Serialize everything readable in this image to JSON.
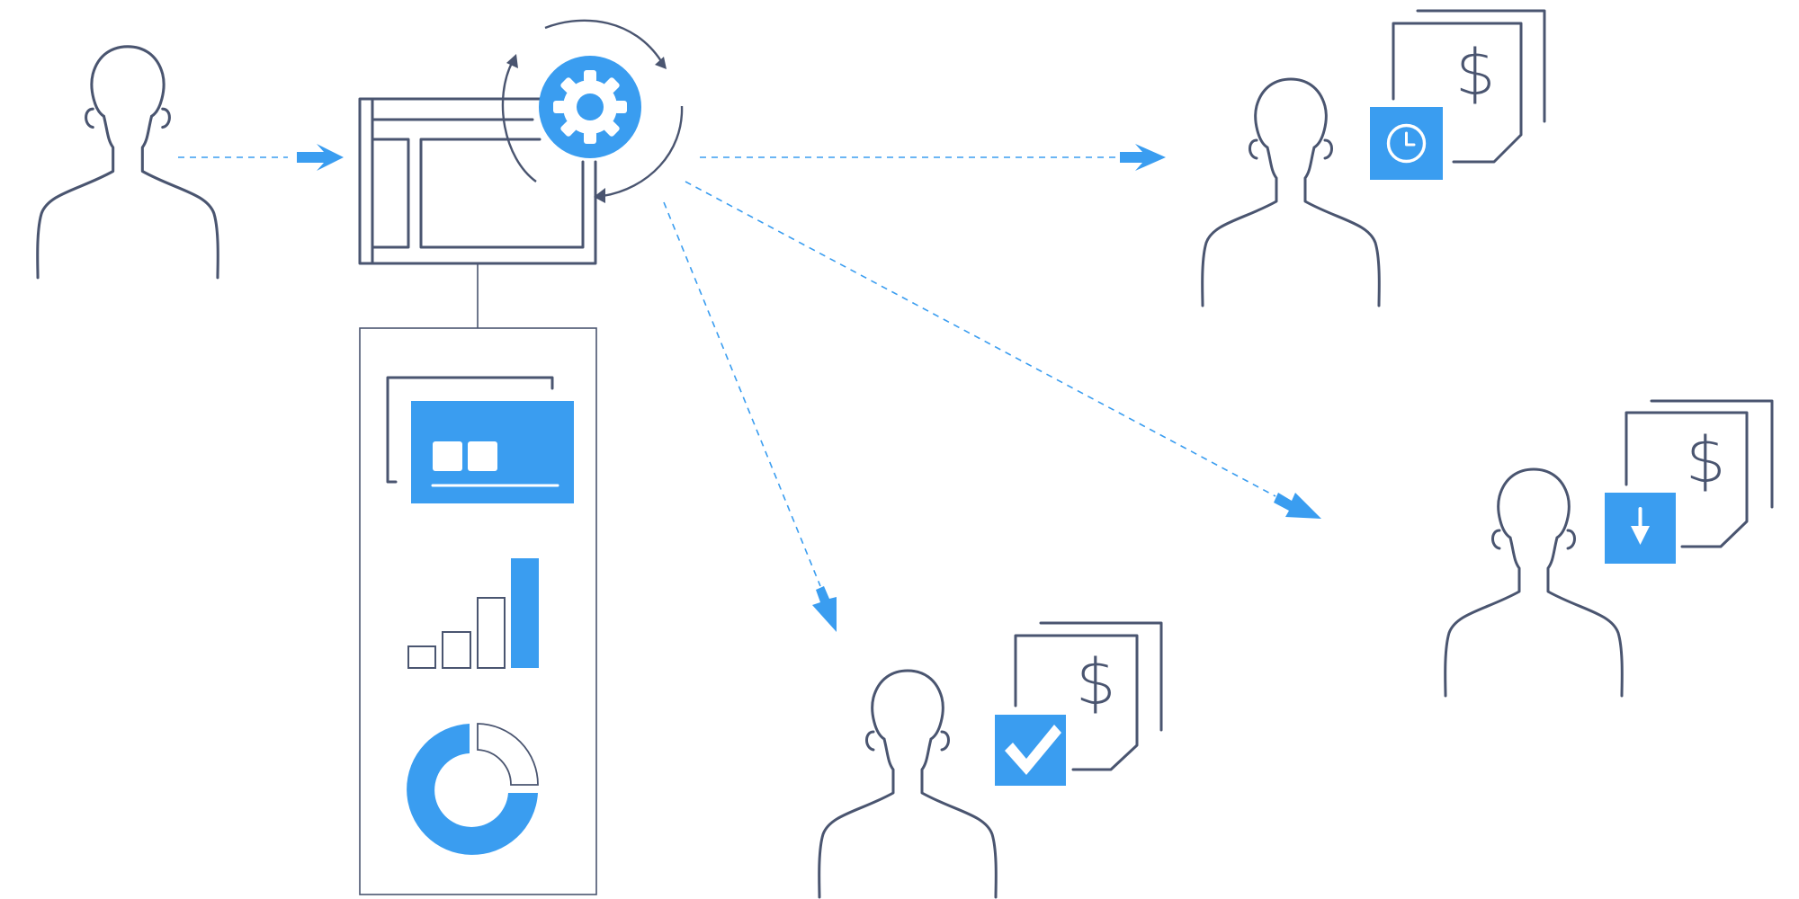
{
  "diagram": {
    "currency_symbol": "$",
    "colors": {
      "accent": "#3a9df0",
      "stroke": "#4a5570",
      "background": "#ffffff"
    },
    "nodes": [
      {
        "id": "source-user",
        "icon": "person-icon"
      },
      {
        "id": "processing-system",
        "icon": "gear-icon"
      },
      {
        "id": "analytics-panel",
        "icons": [
          "card-icon",
          "bar-chart-icon",
          "donut-chart-icon"
        ]
      },
      {
        "id": "recipient-pending",
        "icon": "person-icon",
        "badge": "clock-icon"
      },
      {
        "id": "recipient-download",
        "icon": "person-icon",
        "badge": "download-icon"
      },
      {
        "id": "recipient-approved",
        "icon": "person-icon",
        "badge": "check-icon"
      }
    ],
    "edges": [
      {
        "from": "source-user",
        "to": "processing-system"
      },
      {
        "from": "processing-system",
        "to": "recipient-pending"
      },
      {
        "from": "processing-system",
        "to": "recipient-download"
      },
      {
        "from": "processing-system",
        "to": "recipient-approved"
      }
    ]
  }
}
